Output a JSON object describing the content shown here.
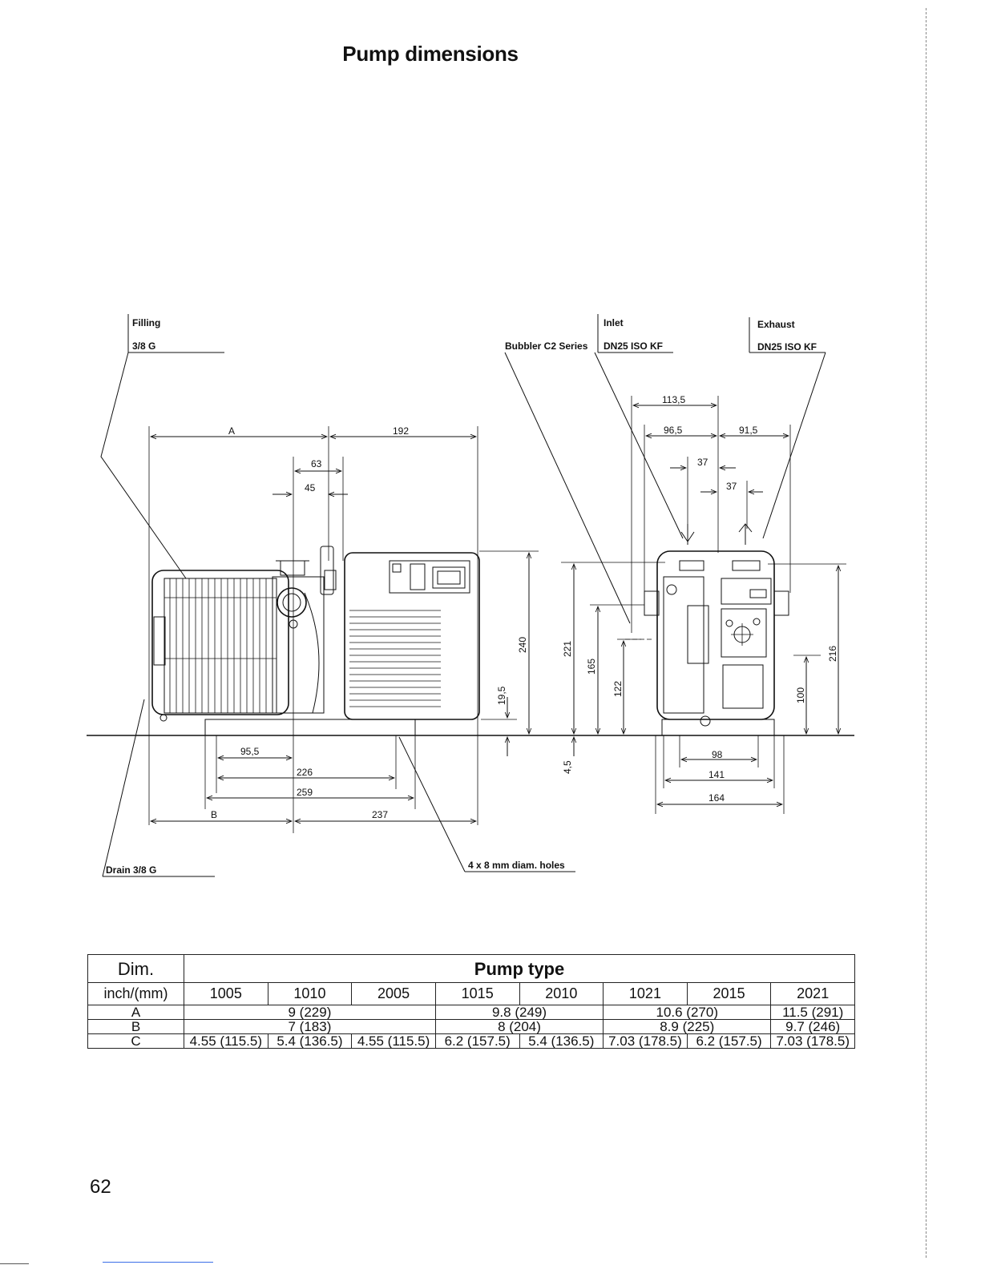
{
  "title": "Pump dimensions",
  "labels": {
    "filling_1": "Filling",
    "filling_2": "3/8 G",
    "bubbler": "Bubbler C2 Series",
    "inlet_1": "Inlet",
    "inlet_2": "DN25 ISO KF",
    "exhaust_1": "Exhaust",
    "exhaust_2": "DN25 ISO KF",
    "drain": "Drain 3/8 G",
    "holes": "4 x 8 mm diam. holes"
  },
  "dimensions_side": {
    "a": "A",
    "d192": "192",
    "d63": "63",
    "d45": "45",
    "d240": "240",
    "d19_5": "19,5",
    "d95_5": "95,5",
    "d226": "226",
    "d259": "259",
    "b": "B",
    "d237": "237"
  },
  "dimensions_front": {
    "d113_5": "113,5",
    "d96_5": "96,5",
    "d91_5": "91,5",
    "d37a": "37",
    "d37b": "37",
    "d221": "221",
    "d165": "165",
    "d122": "122",
    "d4_5": "4,5",
    "d216": "216",
    "d100": "100",
    "d98": "98",
    "d141": "141",
    "d164": "164"
  },
  "table": {
    "dim_label": "Dim.",
    "pump_type_label": "Pump type",
    "unit_label": "inch/(mm)",
    "types": [
      "1005",
      "1010",
      "2005",
      "1015",
      "2010",
      "1021",
      "2015",
      "2021"
    ],
    "row_a": {
      "label": "A",
      "g1": "9 (229)",
      "g2": "9.8 (249)",
      "g3": "10.6 (270)",
      "g4": "11.5 (291)"
    },
    "row_b": {
      "label": "B",
      "g1": "7 (183)",
      "g2": "8 (204)",
      "g3": "8.9 (225)",
      "g4": "9.7 (246)"
    },
    "row_c": {
      "label": "C",
      "values": [
        "4.55 (115.5)",
        "5.4 (136.5)",
        "4.55 (115.5)",
        "6.2 (157.5)",
        "5.4 (136.5)",
        "7.03 (178.5)",
        "6.2 (157.5)",
        "7.03 (178.5)"
      ]
    }
  },
  "page_number": "62"
}
